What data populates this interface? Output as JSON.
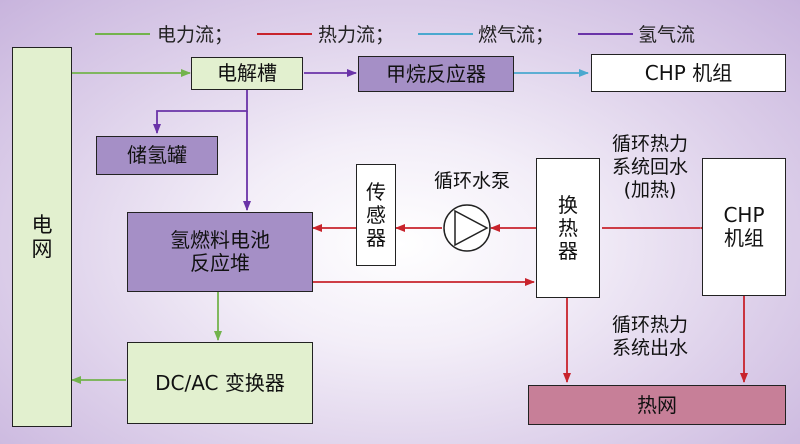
{
  "legend": {
    "electric": "电力流；",
    "heat": "热力流；",
    "gas": "燃气流；",
    "hydrogen": "氢气流"
  },
  "colors": {
    "electric": "#73b34d",
    "heat": "#c8232c",
    "gas": "#4aa8cf",
    "hydrogen": "#6a33a8"
  },
  "nodes": {
    "grid": [
      "电",
      "网"
    ],
    "electrolyzer": "电解槽",
    "methane_reactor": "甲烷反应器",
    "chp_top": "CHP 机组",
    "h2_tank": "储氢罐",
    "fuel_cell": [
      "氢燃料电池",
      "反应堆"
    ],
    "sensor": [
      "传",
      "感",
      "器"
    ],
    "pump": "循环水泵",
    "heat_exchanger": [
      "换",
      "热",
      "器"
    ],
    "chp_right": [
      "CHP",
      "机组"
    ],
    "converter": "DC/AC 变换器",
    "heat_network": "热网"
  },
  "annotations": {
    "return_water": [
      "循环热力",
      "系统回水",
      "(加热)"
    ],
    "supply_water": [
      "循环热力",
      "系统出水"
    ]
  }
}
